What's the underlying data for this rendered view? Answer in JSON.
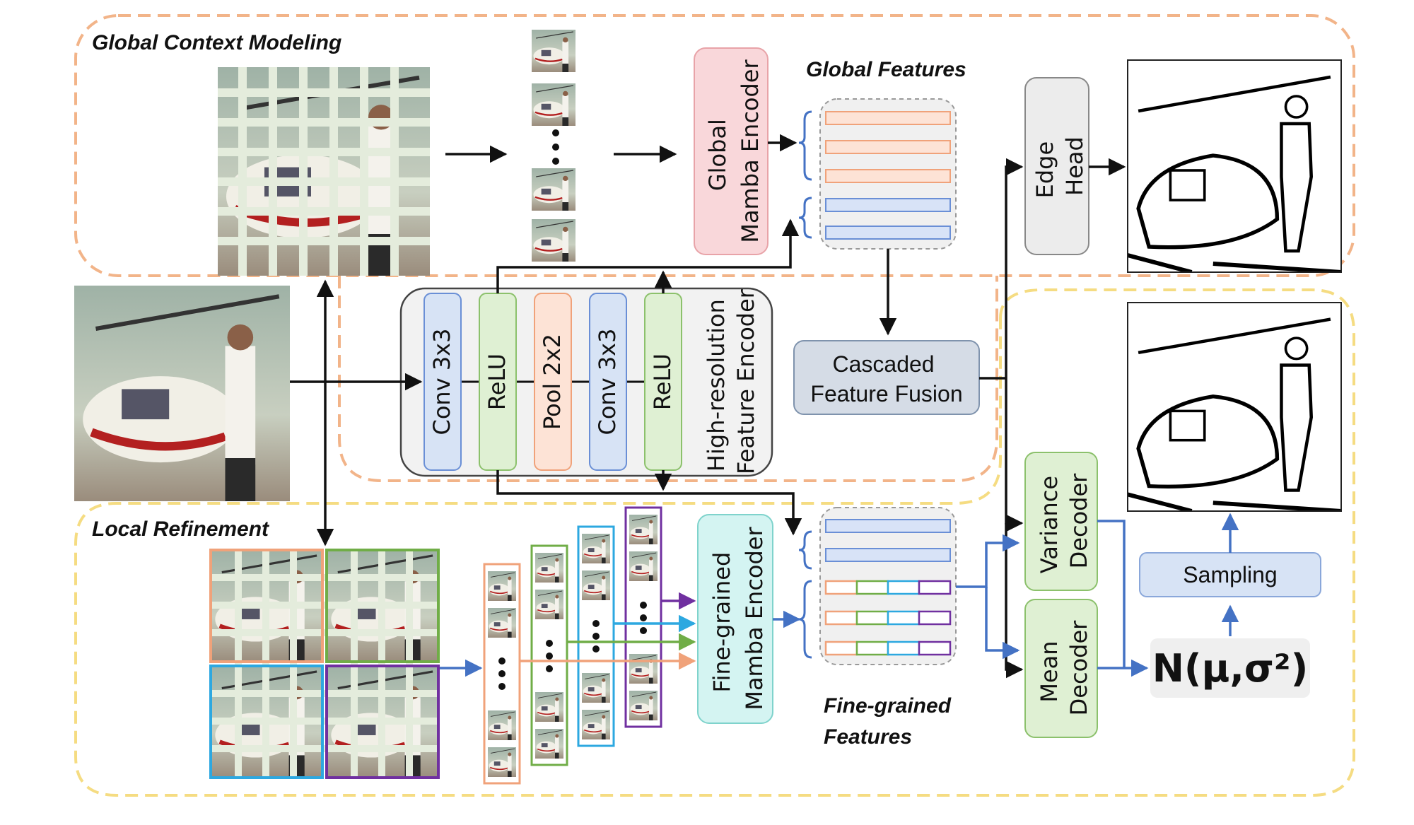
{
  "regions": {
    "global_title": "Global Context Modeling",
    "local_title": "Local Refinement"
  },
  "blocks": {
    "global_encoder": [
      "Global",
      "Mamba Encoder"
    ],
    "fine_encoder": [
      "Fine-grained",
      "Mamba Encoder"
    ],
    "hr_encoder": [
      "High-resolution",
      "Feature Encoder"
    ],
    "conv1": "Conv 3x3",
    "relu1": "ReLU",
    "pool": "Pool 2x2",
    "conv2": "Conv 3x3",
    "relu2": "ReLU",
    "cascaded": [
      "Cascaded",
      "Feature Fusion"
    ],
    "edge_head": [
      "Edge",
      "Head"
    ],
    "variance_decoder": [
      "Variance",
      "Decoder"
    ],
    "mean_decoder": [
      "Mean",
      "Decoder"
    ],
    "sampling": "Sampling",
    "distribution": "N(μ,σ²)"
  },
  "features": {
    "global": "Global Features",
    "fine": [
      "Fine-grained",
      "Features"
    ]
  },
  "colors": {
    "orange_region": "#f2b489",
    "yellow_region": "#f5dc82",
    "orange_token": "#f0a27a",
    "green_token": "#70ad47",
    "cyan_token": "#2da8e0",
    "purple_token": "#7030a0",
    "blue_arrow": "#4472c4",
    "pink_block": "#f9d7da",
    "cyan_block": "#d4f4f2",
    "green_block": "#dff0d3",
    "gray_block": "#ececec",
    "slate_block": "#d5dce6",
    "lightblue_block": "#d7e3f5"
  }
}
